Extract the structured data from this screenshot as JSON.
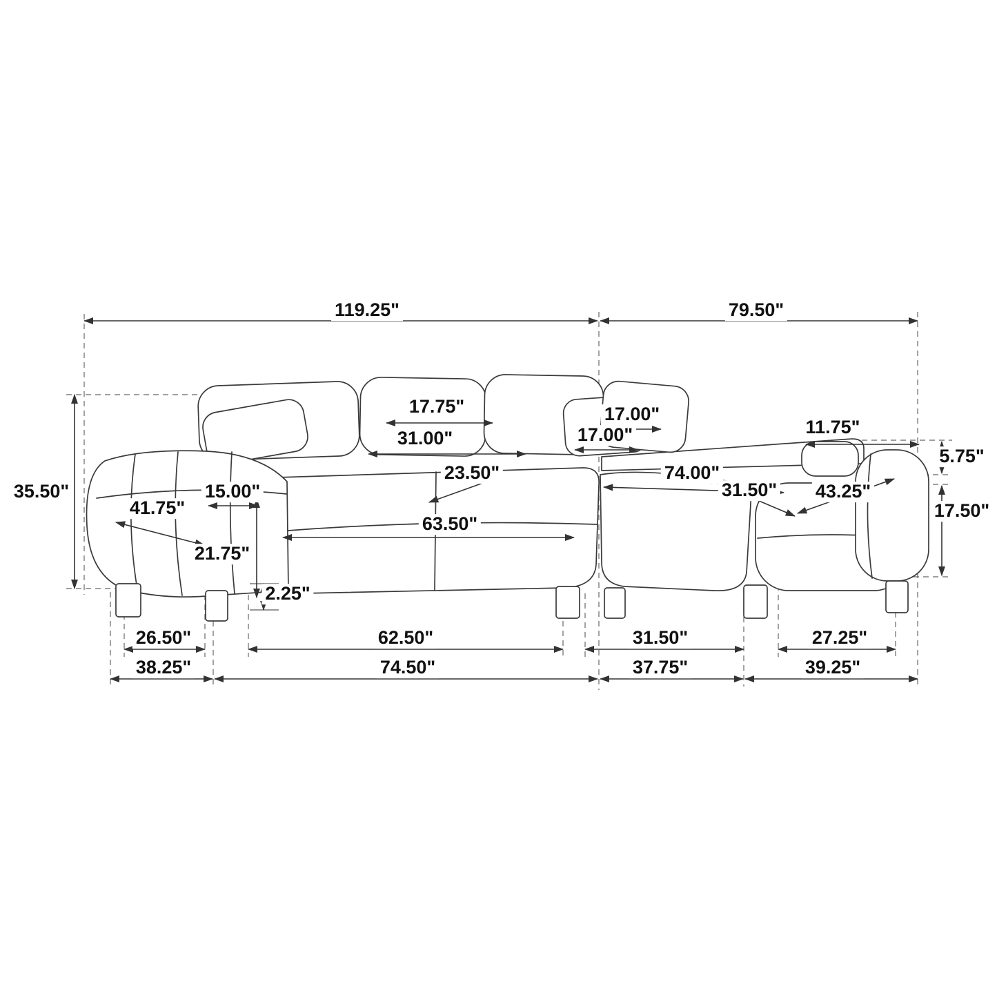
{
  "diagram_title": "Sectional sofa dimension drawing",
  "line_color": "#3a3a3a",
  "dims": {
    "overall_left": "119.25\"",
    "overall_right": "79.50\"",
    "overall_height": "35.50\"",
    "back_cushion_width": "17.75\"",
    "back_cushion_full": "31.00\"",
    "pillow_top": "17.00\"",
    "pillow_front": "17.00\"",
    "right_arm_top": "11.75\"",
    "arm_drop": "5.75\"",
    "seat_depth": "23.50\"",
    "right_interior": "74.00\"",
    "chaise_depth": "31.50\"",
    "chaise_width": "43.25\"",
    "seat_height": "17.50\"",
    "left_arm_width": "15.00\"",
    "left_depth": "41.75\"",
    "left_arm_height": "21.75\"",
    "left_interior": "63.50\"",
    "leg_height": "2.25\"",
    "leg_span_left": "26.50\"",
    "leg_span_center": "62.50\"",
    "leg_span_right": "31.50\"",
    "leg_span_chaise": "27.25\"",
    "base_left": "38.25\"",
    "base_center": "74.50\"",
    "base_right": "37.75\"",
    "base_chaise": "39.25\""
  }
}
